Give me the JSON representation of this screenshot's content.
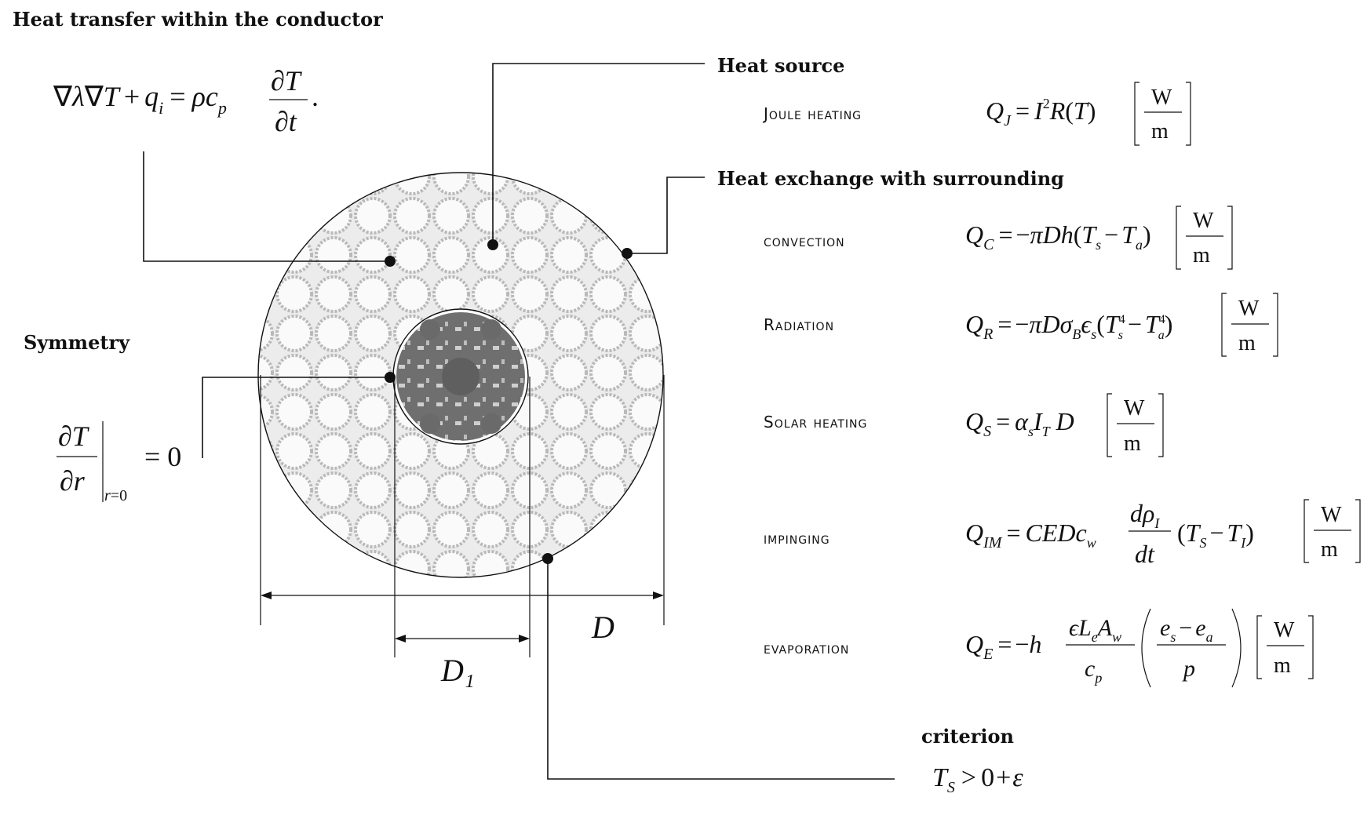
{
  "title": "Heat transfer within the conductor",
  "heat_equation": "∇λ∇T + qᵢ = ρcₚ ∂T/∂t.",
  "symmetry": {
    "heading": "Symmetry",
    "condition": "∂T/∂r |r=0 = 0"
  },
  "heat_source": {
    "heading": "Heat source",
    "items": [
      {
        "label": "Joule heating",
        "formula": "Q_J = I²R(T)",
        "unit_num": "W",
        "unit_den": "m"
      }
    ]
  },
  "heat_exchange": {
    "heading": "Heat exchange with surrounding",
    "items": [
      {
        "label": "convection",
        "formula": "Q_C = −πDh(T_s − T_a)",
        "unit_num": "W",
        "unit_den": "m"
      },
      {
        "label": "Radiation",
        "formula": "Q_R = −πDσ_Bϵ_s(T_s⁴ − T_a⁴)",
        "unit_num": "W",
        "unit_den": "m"
      },
      {
        "label": "Solar heating",
        "formula": "Q_S = α_s I_T D",
        "unit_num": "W",
        "unit_den": "m"
      },
      {
        "label": "impinging",
        "formula": "Q_IM = CEDc_w (dρ_I/dt)(T_S − T_I)",
        "unit_num": "W",
        "unit_den": "m"
      },
      {
        "label": "evaporation",
        "formula": "Q_E = −h (ϵL_eA_w/c_p)((e_s − e_a)/p)",
        "unit_num": "W",
        "unit_den": "m"
      }
    ]
  },
  "criterion": {
    "heading": "criterion",
    "formula": "T_S > 0 + ε"
  },
  "dimensions": {
    "outer": "D",
    "inner": "D₁"
  }
}
